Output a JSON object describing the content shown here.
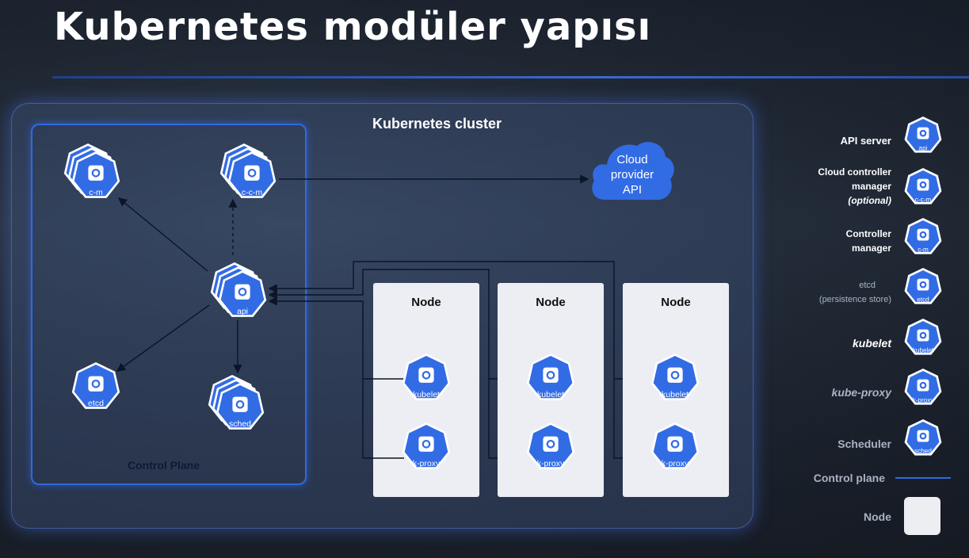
{
  "title": "Kubernetes modüler yapısı",
  "diagram": {
    "cluster_label": "Kubernetes cluster",
    "control_plane_label": "Control Plane",
    "cloud_label": [
      "Cloud",
      "provider",
      "API"
    ],
    "node_label": "Node",
    "components": {
      "cm": "c-m",
      "ccm": "c-c-m",
      "api": "api",
      "etcd": "etcd",
      "sched": "sched",
      "kubelet": "kubelet",
      "kproxy": "k-proxy"
    }
  },
  "legend": {
    "api_server": "API server",
    "cloud_controller": [
      "Cloud controller",
      "manager",
      "(optional)"
    ],
    "controller_manager": [
      "Controller",
      "manager"
    ],
    "etcd": [
      "etcd",
      "(persistence store)"
    ],
    "kubelet": "kubelet",
    "kube_proxy": "kube-proxy",
    "scheduler": "Scheduler",
    "control_plane": "Control plane",
    "node": "Node"
  },
  "colors": {
    "k8s_blue": "#326ce5",
    "cluster_glow": "#4a7bef",
    "node_bg": "#eceef3"
  }
}
